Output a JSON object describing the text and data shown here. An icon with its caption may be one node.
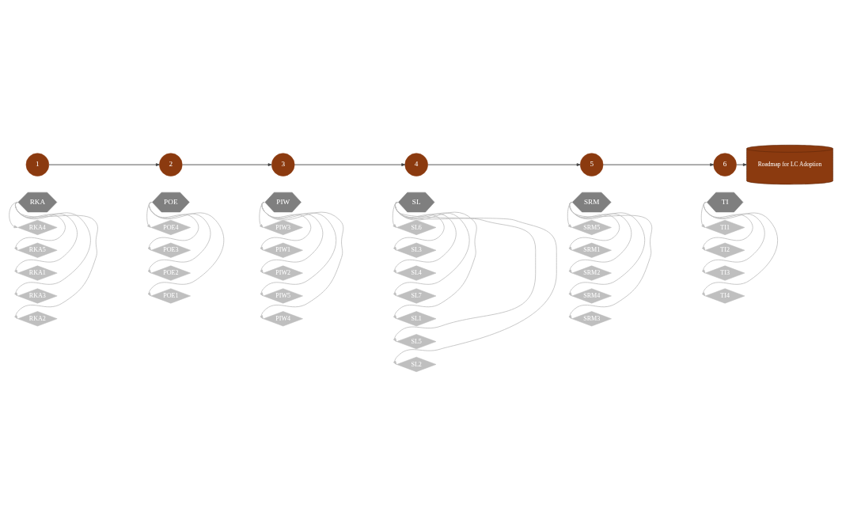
{
  "diagram": {
    "nodes": [
      {
        "text": [
          "1"
        ]
      },
      {
        "text": [
          "2"
        ]
      },
      {
        "text": [
          "3"
        ]
      },
      {
        "text": [
          "4"
        ]
      },
      {
        "text": [
          "5"
        ]
      },
      {
        "text": [
          "6"
        ]
      },
      {
        "text": [
          "Roadmap for LC Adoption"
        ]
      },
      {
        "text": [
          "RKA"
        ]
      },
      {
        "text": [
          "POE"
        ]
      },
      {
        "text": [
          "PIW"
        ]
      },
      {
        "text": [
          "SL"
        ]
      },
      {
        "text": [
          "SRM"
        ]
      },
      {
        "text": [
          "TI"
        ]
      },
      {
        "text": [
          "RKA4"
        ]
      },
      {
        "text": [
          "RKA5"
        ]
      },
      {
        "text": [
          "RKA1"
        ]
      },
      {
        "text": [
          "RKA3"
        ]
      },
      {
        "text": [
          "RKA2"
        ]
      },
      {
        "text": [
          "POE4"
        ]
      },
      {
        "text": [
          "POE3"
        ]
      },
      {
        "text": [
          "POE2"
        ]
      },
      {
        "text": [
          "POE1"
        ]
      },
      {
        "text": [
          "PIW3"
        ]
      },
      {
        "text": [
          "PIW1"
        ]
      },
      {
        "text": [
          "PIW2"
        ]
      },
      {
        "text": [
          "PIW5"
        ]
      },
      {
        "text": [
          "PIW4"
        ]
      },
      {
        "text": [
          "SL6"
        ]
      },
      {
        "text": [
          "SL3"
        ]
      },
      {
        "text": [
          "SL4"
        ]
      },
      {
        "text": [
          "SL7"
        ]
      },
      {
        "text": [
          "SL1"
        ]
      },
      {
        "text": [
          "SL5"
        ]
      },
      {
        "text": [
          "SL2"
        ]
      },
      {
        "text": [
          "SRM5"
        ]
      },
      {
        "text": [
          "SRM1"
        ]
      },
      {
        "text": [
          "SRM2"
        ]
      },
      {
        "text": [
          "SRM4"
        ]
      },
      {
        "text": [
          "SRM3"
        ]
      },
      {
        "text": [
          "TI1"
        ]
      },
      {
        "text": [
          "TI2"
        ]
      },
      {
        "text": [
          "TI3"
        ]
      },
      {
        "text": [
          "TI4"
        ]
      }
    ],
    "edges": [
      {
        "from": 0,
        "to": 1,
        "arrow": "to",
        "color": "#404040"
      },
      {
        "from": 1,
        "to": 2,
        "arrow": "to",
        "color": "#404040"
      },
      {
        "from": 2,
        "to": 3,
        "arrow": "to",
        "color": "#404040"
      },
      {
        "from": 3,
        "to": 4,
        "arrow": "to",
        "color": "#404040"
      },
      {
        "from": 4,
        "to": 5,
        "arrow": "to",
        "color": "#404040"
      },
      {
        "from": 5,
        "to": 6,
        "arrow": "to",
        "color": "#404040"
      },
      {
        "from": 7,
        "to": 13,
        "arrow": "to"
      },
      {
        "from": 7,
        "to": 14,
        "arrow": "to"
      },
      {
        "from": 7,
        "to": 15,
        "arrow": "to"
      },
      {
        "from": 7,
        "to": 16,
        "arrow": "to"
      },
      {
        "from": 7,
        "to": 17,
        "arrow": "to"
      },
      {
        "from": 8,
        "to": 18,
        "arrow": "to"
      },
      {
        "from": 8,
        "to": 19,
        "arrow": "to"
      },
      {
        "from": 8,
        "to": 20,
        "arrow": "to"
      },
      {
        "from": 8,
        "to": 21,
        "arrow": "to"
      },
      {
        "from": 9,
        "to": 22,
        "arrow": "to"
      },
      {
        "from": 9,
        "to": 23,
        "arrow": "to"
      },
      {
        "from": 9,
        "to": 24,
        "arrow": "to"
      },
      {
        "from": 9,
        "to": 25,
        "arrow": "to"
      },
      {
        "from": 9,
        "to": 26,
        "arrow": "to"
      },
      {
        "from": 10,
        "to": 27,
        "arrow": "to"
      },
      {
        "from": 10,
        "to": 28,
        "arrow": "to"
      },
      {
        "from": 10,
        "to": 29,
        "arrow": "to"
      },
      {
        "from": 10,
        "to": 30,
        "arrow": "to"
      },
      {
        "from": 10,
        "to": 31,
        "arrow": "to"
      },
      {
        "from": 10,
        "to": 32,
        "arrow": "to"
      },
      {
        "from": 10,
        "to": 33,
        "arrow": "to"
      },
      {
        "from": 11,
        "to": 34,
        "arrow": "to"
      },
      {
        "from": 11,
        "to": 35,
        "arrow": "to"
      },
      {
        "from": 11,
        "to": 36,
        "arrow": "to"
      },
      {
        "from": 11,
        "to": 37,
        "arrow": "to"
      },
      {
        "from": 11,
        "to": 38,
        "arrow": "to"
      },
      {
        "from": 12,
        "to": 39,
        "arrow": "to"
      },
      {
        "from": 12,
        "to": 40,
        "arrow": "to"
      },
      {
        "from": 12,
        "to": 41,
        "arrow": "to"
      },
      {
        "from": 12,
        "to": 42,
        "arrow": "to"
      }
    ]
  }
}
